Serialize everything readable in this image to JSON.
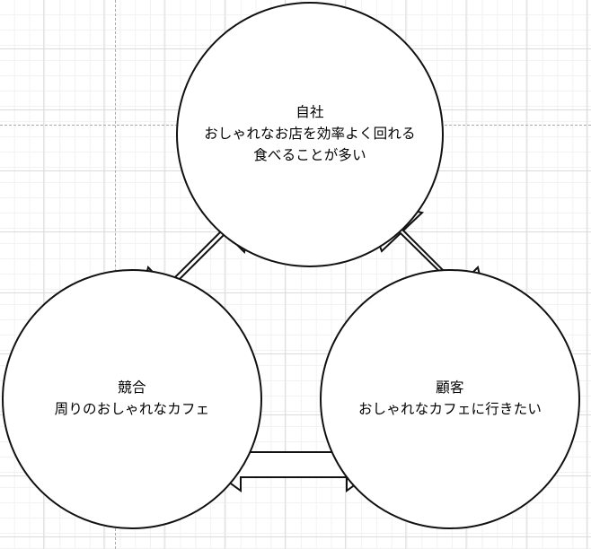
{
  "diagram": {
    "type": "3c-analysis",
    "background": "spreadsheet-grid",
    "colors": {
      "shape_outline": "#111111",
      "shape_fill": "#ffffff",
      "grid_minor": "#f2f2f2",
      "grid_major": "#dcdcdc",
      "page_break": "#a8a8a8",
      "text": "#000000"
    },
    "nodes": [
      {
        "id": "own-company",
        "title": "自社",
        "lines": [
          "おしゃれなお店を効率よく回れる",
          "食べることが多い"
        ],
        "text": "自社\nおしゃれなお店を効率よく回れる\n食べることが多い"
      },
      {
        "id": "competitor",
        "title": "競合",
        "lines": [
          "周りのおしゃれなカフェ"
        ],
        "text": "競合\n周りのおしゃれなカフェ"
      },
      {
        "id": "customer",
        "title": "顧客",
        "lines": [
          "おしゃれなカフェに行きたい"
        ],
        "text": "顧客\nおしゃれなカフェに行きたい"
      }
    ],
    "connectors": [
      {
        "id": "own-competitor",
        "from": "own-company",
        "to": "competitor",
        "style": "double-headed-block-arrow"
      },
      {
        "id": "own-customer",
        "from": "own-company",
        "to": "customer",
        "style": "double-headed-block-arrow"
      },
      {
        "id": "competitor-customer",
        "from": "competitor",
        "to": "customer",
        "style": "double-headed-block-arrow"
      }
    ]
  }
}
